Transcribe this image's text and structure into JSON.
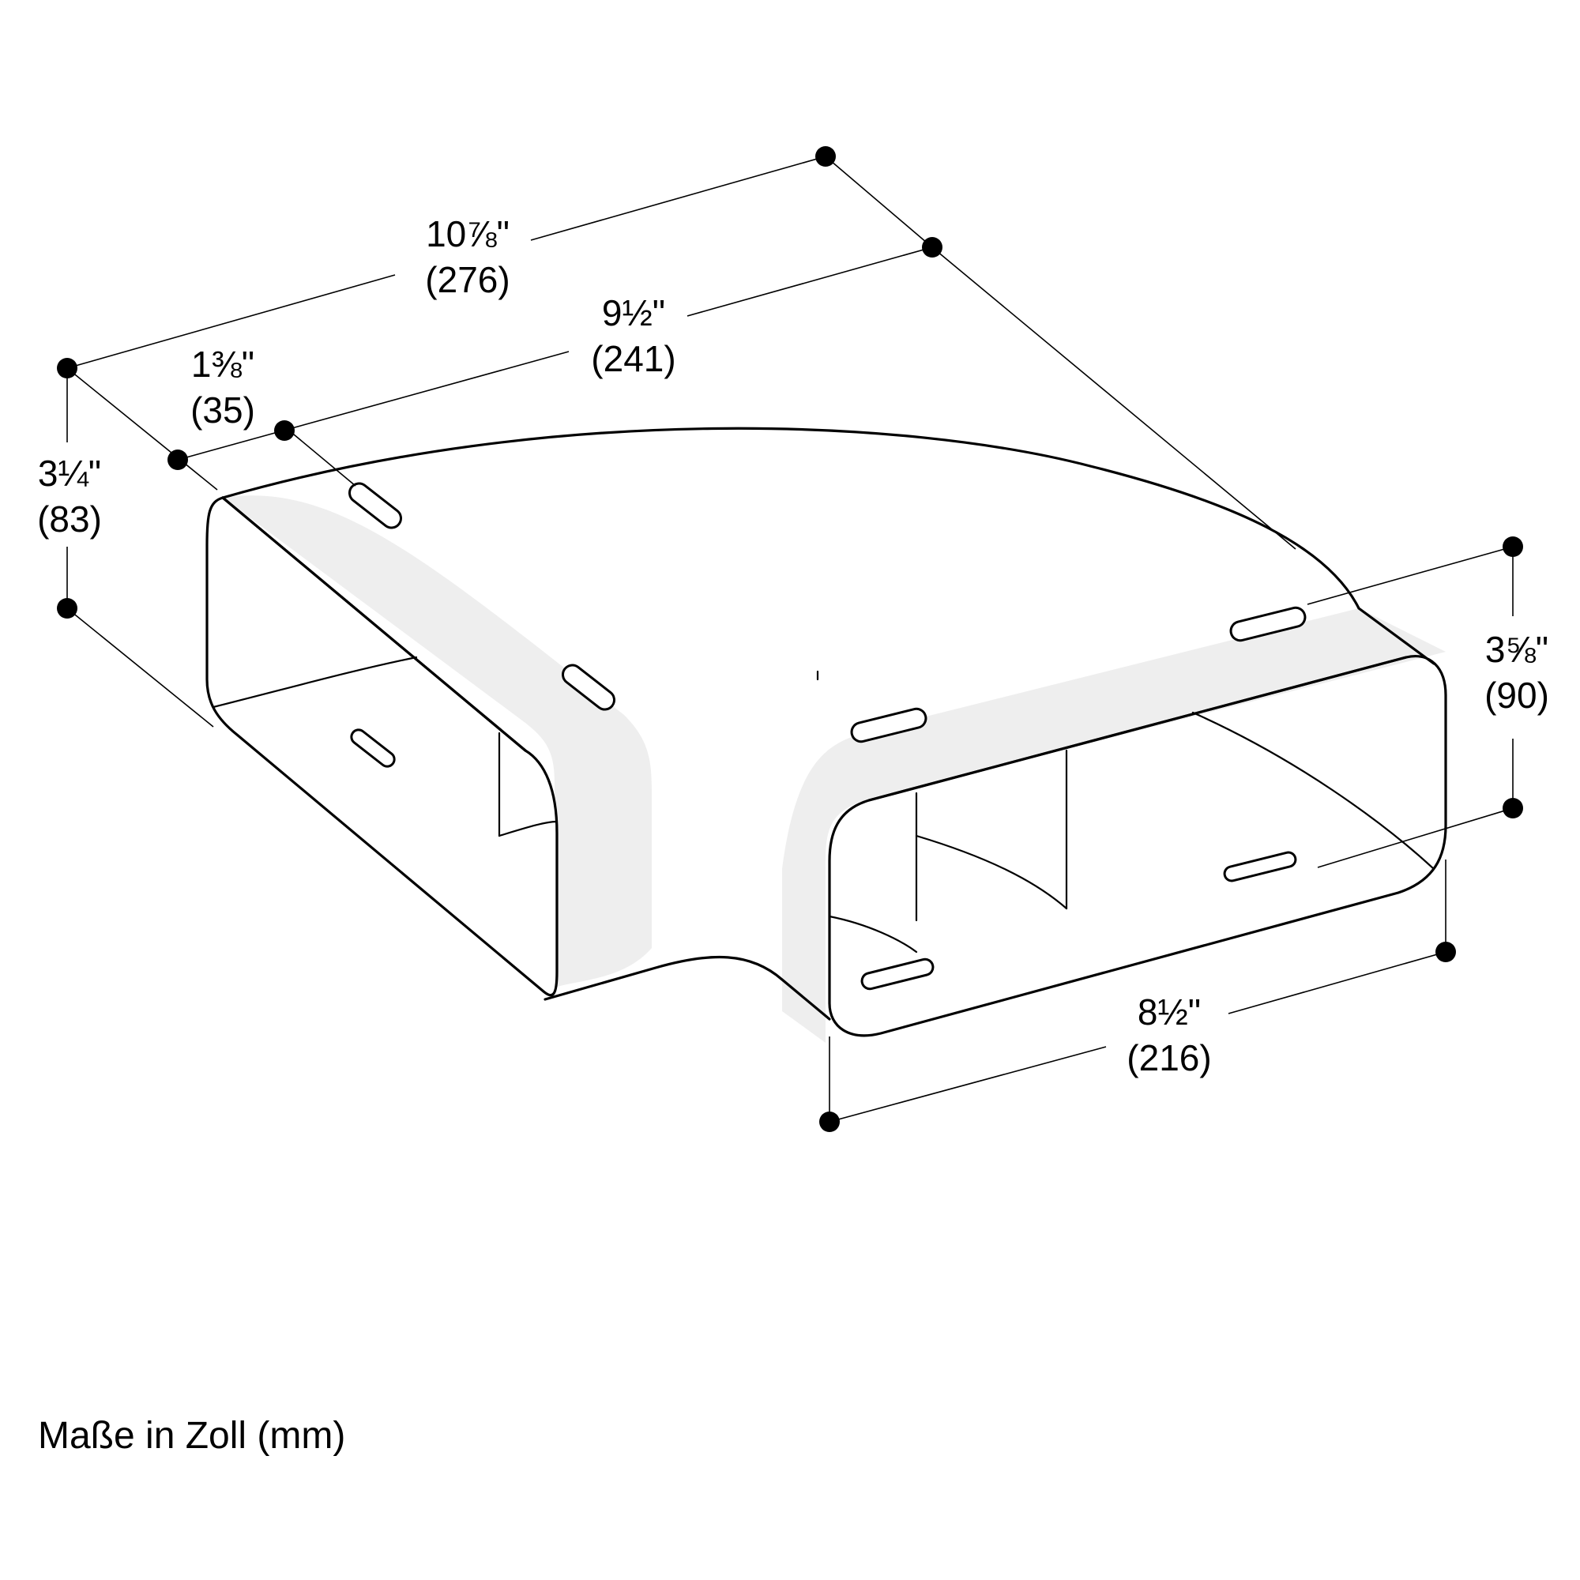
{
  "dimensions": {
    "overall_length": {
      "inch": "10⅞\"",
      "mm": "(276)"
    },
    "inner_length": {
      "inch": "9½\"",
      "mm": "(241)"
    },
    "offset": {
      "inch": "1⅜\"",
      "mm": "(35)"
    },
    "left_height": {
      "inch": "3¼\"",
      "mm": "(83)"
    },
    "right_height": {
      "inch": "3⅝\"",
      "mm": "(90)"
    },
    "outlet_width": {
      "inch": "8½\"",
      "mm": "(216)"
    }
  },
  "caption": "Maße in Zoll (mm)",
  "colors": {
    "line": "#000000",
    "shading": "#eeeeee",
    "background": "#ffffff"
  }
}
